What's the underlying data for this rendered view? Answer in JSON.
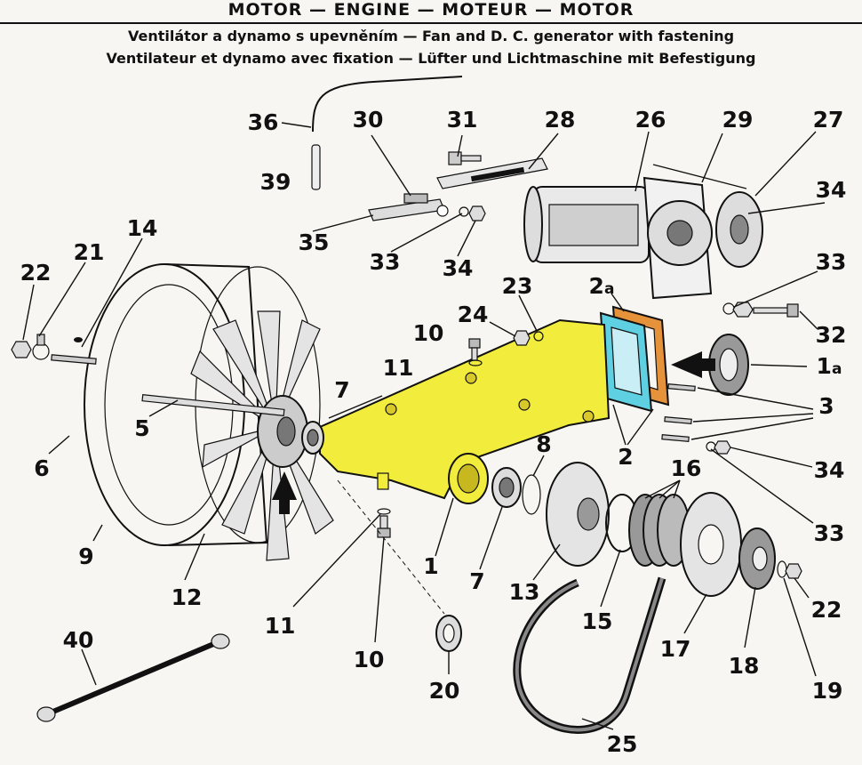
{
  "header": {
    "title": "MOTOR — ENGINE — MOTEUR — MOTOR",
    "subtitle_line1": "Ventilátor a dynamo s upevněním — Fan and D. C. generator with fastening",
    "subtitle_line2": "Ventilateur et dynamo avec fixation — Lüfter und Lichtmaschine mit Befestigung"
  },
  "colors": {
    "bracket_highlight": "#f2ec3c",
    "gasket_outer": "#e6923a",
    "gasket_inner": "#5fcfe2",
    "ink": "#111111"
  },
  "diagram": {
    "labels": [
      {
        "id": "36",
        "text": "36"
      },
      {
        "id": "39",
        "text": "39"
      },
      {
        "id": "30",
        "text": "30"
      },
      {
        "id": "31",
        "text": "31"
      },
      {
        "id": "28",
        "text": "28"
      },
      {
        "id": "26",
        "text": "26"
      },
      {
        "id": "29",
        "text": "29"
      },
      {
        "id": "27",
        "text": "27"
      },
      {
        "id": "34a",
        "text": "34"
      },
      {
        "id": "35",
        "text": "35"
      },
      {
        "id": "33a",
        "text": "33"
      },
      {
        "id": "34b",
        "text": "34"
      },
      {
        "id": "14",
        "text": "14"
      },
      {
        "id": "21",
        "text": "21"
      },
      {
        "id": "22a",
        "text": "22"
      },
      {
        "id": "33b",
        "text": "33"
      },
      {
        "id": "32",
        "text": "32"
      },
      {
        "id": "23",
        "text": "23"
      },
      {
        "id": "2a_num",
        "text": "2",
        "sub": "a"
      },
      {
        "id": "24",
        "text": "24"
      },
      {
        "id": "10a",
        "text": "10"
      },
      {
        "id": "11a",
        "text": "11"
      },
      {
        "id": "1a_num",
        "text": "1",
        "sub": "a"
      },
      {
        "id": "7a",
        "text": "7"
      },
      {
        "id": "5",
        "text": "5"
      },
      {
        "id": "3",
        "text": "3"
      },
      {
        "id": "8",
        "text": "8"
      },
      {
        "id": "2",
        "text": "2"
      },
      {
        "id": "34c",
        "text": "34"
      },
      {
        "id": "6",
        "text": "6"
      },
      {
        "id": "16",
        "text": "16"
      },
      {
        "id": "33c",
        "text": "33"
      },
      {
        "id": "9",
        "text": "9"
      },
      {
        "id": "1",
        "text": "1"
      },
      {
        "id": "7b",
        "text": "7"
      },
      {
        "id": "13",
        "text": "13"
      },
      {
        "id": "12",
        "text": "12"
      },
      {
        "id": "22b",
        "text": "22"
      },
      {
        "id": "15",
        "text": "15"
      },
      {
        "id": "11b",
        "text": "11"
      },
      {
        "id": "17",
        "text": "17"
      },
      {
        "id": "18",
        "text": "18"
      },
      {
        "id": "40",
        "text": "40"
      },
      {
        "id": "10b",
        "text": "10"
      },
      {
        "id": "20",
        "text": "20"
      },
      {
        "id": "19",
        "text": "19"
      },
      {
        "id": "25",
        "text": "25"
      }
    ]
  }
}
